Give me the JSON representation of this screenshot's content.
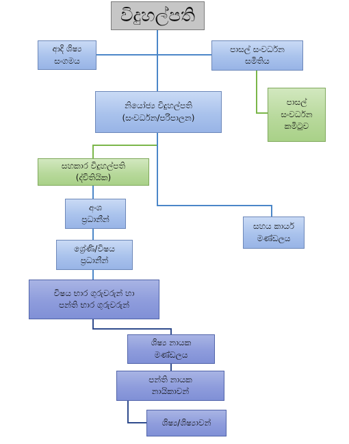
{
  "diagram": {
    "nodes": [
      {
        "id": "principal",
        "text": "විදුහල්පති",
        "style": "gray"
      },
      {
        "id": "student_association",
        "text": "ආදි ශිෂ්‍ය\nසංගමය",
        "style": "blue"
      },
      {
        "id": "school_dev_society",
        "text": "පාසල් සංවර්ධන\nසමිතිය",
        "style": "blue"
      },
      {
        "id": "deputy_principal",
        "text": "නියෝජ්‍ය විදුහල්පති\n(සංවර්ධන/පරිපාලන)",
        "style": "blue"
      },
      {
        "id": "school_dev_committee",
        "text": "පාසල්\nසංවර්ධන\nකමිටුව",
        "style": "green"
      },
      {
        "id": "assistant_principal",
        "text": "සහකාර විදුහල්පති\n(ද්විතියික)",
        "style": "green"
      },
      {
        "id": "section_heads",
        "text": "අංශ\nප්‍රධානීන්",
        "style": "blue"
      },
      {
        "id": "support_staff",
        "text": "සහය කාර්ය\nමණ්ඩලය",
        "style": "blue"
      },
      {
        "id": "grade_subject_heads",
        "text": "ශ්‍රේණි/විෂය\nප්‍රධානීන්",
        "style": "blue"
      },
      {
        "id": "subject_class_teachers",
        "text": "විෂය භාර ගුරුවරුන් හා\nපන්ති භාර ගුරුවරුන්",
        "style": "dark"
      },
      {
        "id": "student_leaders",
        "text": "ශිෂ්‍ය නායක\nමණ්ඩලය",
        "style": "dark"
      },
      {
        "id": "class_monitors",
        "text": "පන්ති නායක\nනායිකාවන්",
        "style": "dark"
      },
      {
        "id": "students",
        "text": "ශිෂ්‍ය/ශිෂ්‍යාවන්",
        "style": "dark"
      }
    ],
    "colors": {
      "connector_blue": "#4a86c8",
      "connector_green": "#7ab648",
      "connector_navy": "#2e4a8c"
    }
  }
}
